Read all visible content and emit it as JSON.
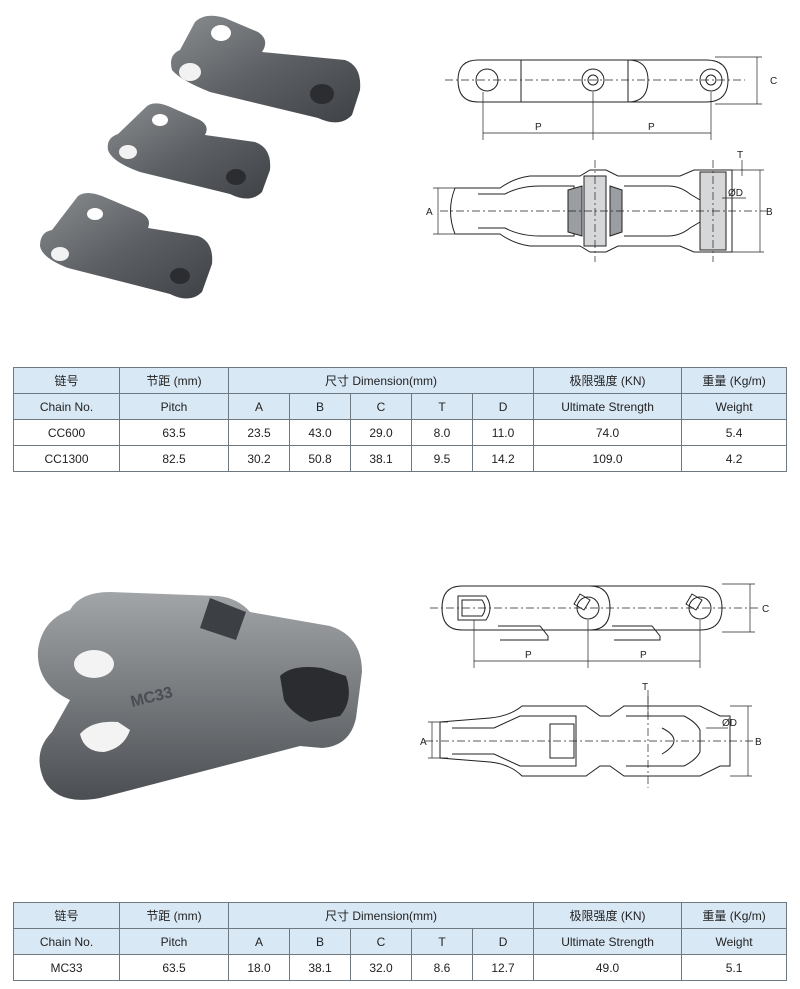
{
  "section1": {
    "product_image_label": "",
    "drawing": {
      "pitch_label": "P",
      "dim_a": "A",
      "dim_b": "B",
      "dim_c": "C",
      "dim_t": "T",
      "dim_d": "ØD"
    },
    "table": {
      "header_cn": {
        "chain": "链号",
        "pitch": "节距 (mm)",
        "dimension": "尺寸 Dimension(mm)",
        "strength": "极限强度 (KN)",
        "weight": "重量 (Kg/m)"
      },
      "header_en": {
        "chain": "Chain No.",
        "pitch": "Pitch",
        "a": "A",
        "b": "B",
        "c": "C",
        "t": "T",
        "d": "D",
        "strength": "Ultimate Strength",
        "weight": "Weight"
      },
      "rows": [
        {
          "chain": "CC600",
          "pitch": "63.5",
          "a": "23.5",
          "b": "43.0",
          "c": "29.0",
          "t": "8.0",
          "d": "11.0",
          "strength": "74.0",
          "weight": "5.4"
        },
        {
          "chain": "CC1300",
          "pitch": "82.5",
          "a": "30.2",
          "b": "50.8",
          "c": "38.1",
          "t": "9.5",
          "d": "14.2",
          "strength": "109.0",
          "weight": "4.2"
        }
      ]
    }
  },
  "section2": {
    "product_image_label": "MC33",
    "drawing": {
      "pitch_label": "P",
      "dim_a": "A",
      "dim_b": "B",
      "dim_c": "C",
      "dim_t": "T",
      "dim_d": "ØD"
    },
    "table": {
      "header_cn": {
        "chain": "链号",
        "pitch": "节距 (mm)",
        "dimension": "尺寸 Dimension(mm)",
        "strength": "极限强度 (KN)",
        "weight": "重量 (Kg/m)"
      },
      "header_en": {
        "chain": "Chain No.",
        "pitch": "Pitch",
        "a": "A",
        "b": "B",
        "c": "C",
        "t": "T",
        "d": "D",
        "strength": "Ultimate Strength",
        "weight": "Weight"
      },
      "rows": [
        {
          "chain": "MC33",
          "pitch": "63.5",
          "a": "18.0",
          "b": "38.1",
          "c": "32.0",
          "t": "8.6",
          "d": "12.7",
          "strength": "49.0",
          "weight": "5.1"
        }
      ]
    }
  }
}
